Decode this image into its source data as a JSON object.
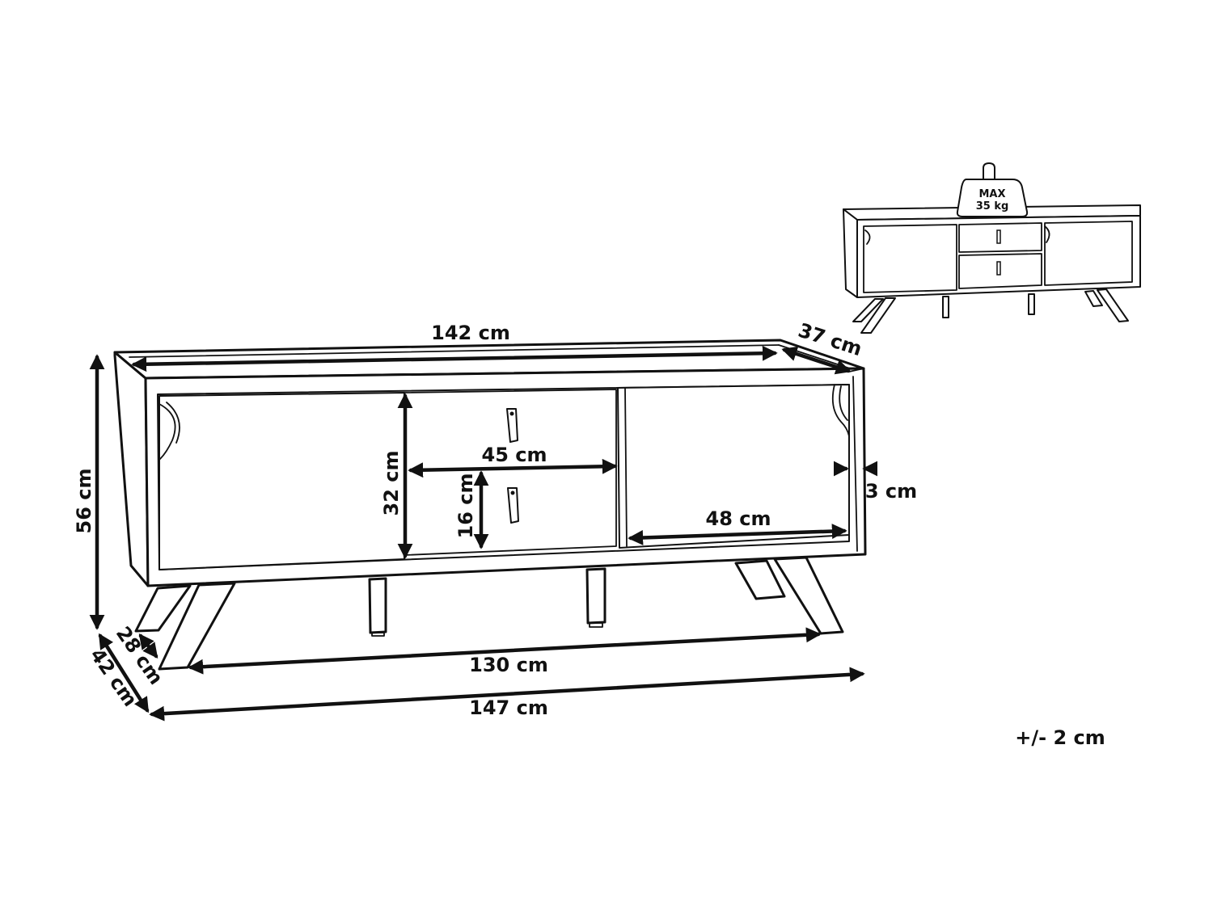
{
  "dimensions": {
    "top_width": "142 cm",
    "depth_top": "37 cm",
    "height": "56 cm",
    "inner_height": "32 cm",
    "drawer_width": "45 cm",
    "drawer_height": "16 cm",
    "door_width": "48 cm",
    "thickness": "3 cm",
    "leg_span": "130 cm",
    "total_width": "147 cm",
    "leg_depth": "28 cm",
    "total_depth": "42 cm"
  },
  "tolerance": "+/- 2 cm",
  "max_load": {
    "line1": "MAX",
    "line2": "35 kg"
  }
}
